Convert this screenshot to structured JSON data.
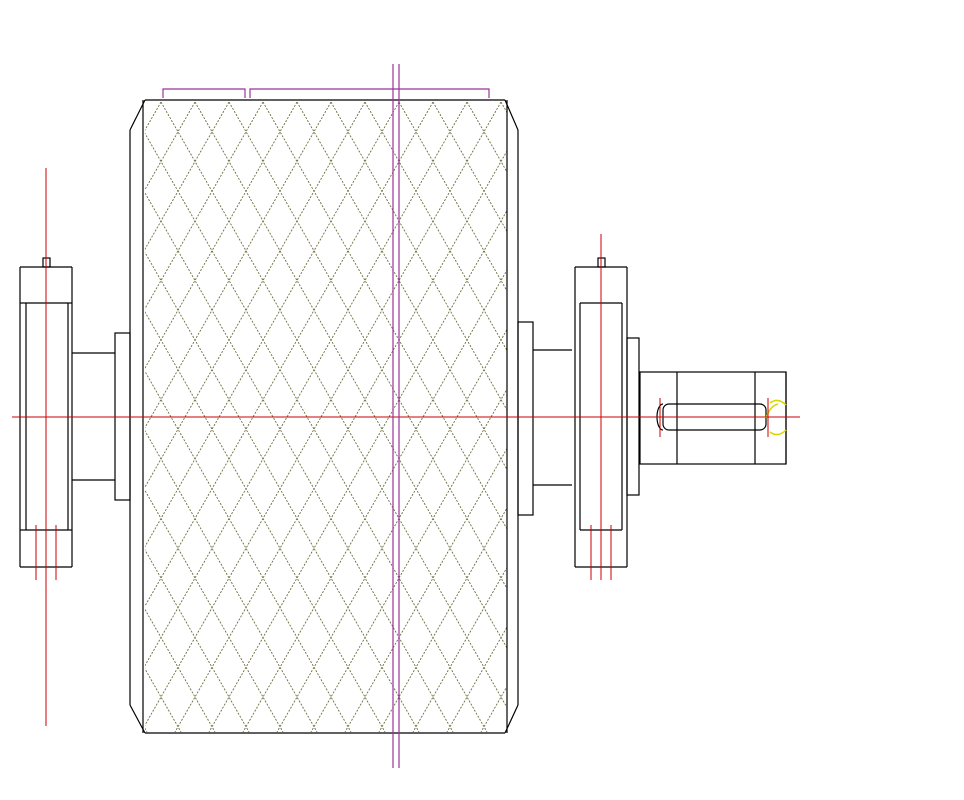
{
  "drawing": {
    "colors": {
      "background": "#ffffff",
      "outline": "#000000",
      "centerline": "#cc0000",
      "center_plane": "#993399",
      "lagging_hatch": "#6b6b3a",
      "highlight": "#d8d800"
    },
    "components": [
      {
        "id": "left-bearing-housing"
      },
      {
        "id": "left-shaft"
      },
      {
        "id": "drum-shell"
      },
      {
        "id": "right-shaft"
      },
      {
        "id": "right-bearing-housing"
      },
      {
        "id": "drive-shaft-end"
      }
    ]
  }
}
